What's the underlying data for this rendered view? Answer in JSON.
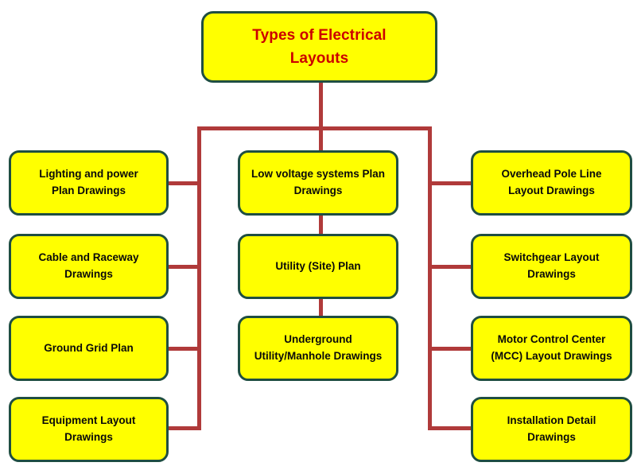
{
  "diagram": {
    "title_node": {
      "text": "Types of Electrical\nLayouts",
      "fill": "#ffff00",
      "border": "#1f4e42",
      "text_color": "#cc0000"
    },
    "connector_color": "#b03a3a",
    "node_fill": "#ffff00",
    "node_border": "#1f4e42",
    "node_text_color": "#0a0a0a",
    "left_column": [
      {
        "text": "Lighting and power\nPlan Drawings"
      },
      {
        "text": "Cable and Raceway\nDrawings"
      },
      {
        "text": "Ground Grid Plan"
      },
      {
        "text": "Equipment Layout\nDrawings"
      }
    ],
    "center_column": [
      {
        "text": "Low voltage systems Plan\nDrawings"
      },
      {
        "text": "Utility (Site) Plan"
      },
      {
        "text": "Underground\nUtility/Manhole Drawings"
      }
    ],
    "right_column": [
      {
        "text": "Overhead Pole Line\nLayout Drawings"
      },
      {
        "text": "Switchgear Layout\nDrawings"
      },
      {
        "text": "Motor Control Center\n(MCC) Layout Drawings"
      },
      {
        "text": "Installation Detail\nDrawings"
      }
    ]
  }
}
